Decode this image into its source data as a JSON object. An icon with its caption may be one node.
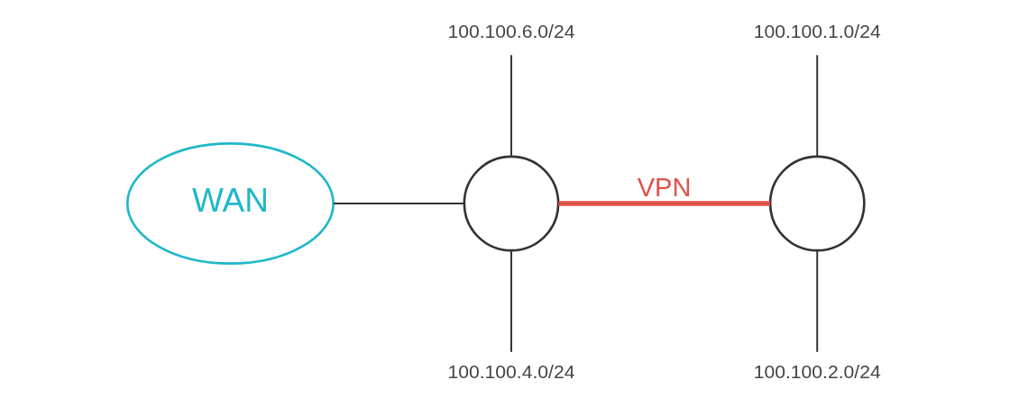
{
  "diagram": {
    "nodes": [
      {
        "text": [
          "WAN"
        ]
      },
      {
        "text": [],
        "shape": "circle"
      },
      {
        "text": [],
        "shape": "circle"
      },
      {
        "text": [
          "100.100.6.0/24"
        ]
      },
      {
        "text": [
          "100.100.4.0/24"
        ]
      },
      {
        "text": [
          "100.100.1.0/24"
        ]
      },
      {
        "text": [
          "100.100.2.0/24"
        ]
      }
    ],
    "edges": [
      {
        "from": 0,
        "to": 1,
        "arrow": "none"
      },
      {
        "from": 1,
        "to": 2,
        "arrow": "none",
        "label": "VPN",
        "style": "thick",
        "color": "#e0524a"
      },
      {
        "from": 3,
        "to": 1,
        "arrow": "none"
      },
      {
        "from": 1,
        "to": 4,
        "arrow": "none"
      },
      {
        "from": 5,
        "to": 2,
        "arrow": "none"
      },
      {
        "from": 2,
        "to": 6,
        "arrow": "none"
      }
    ]
  }
}
